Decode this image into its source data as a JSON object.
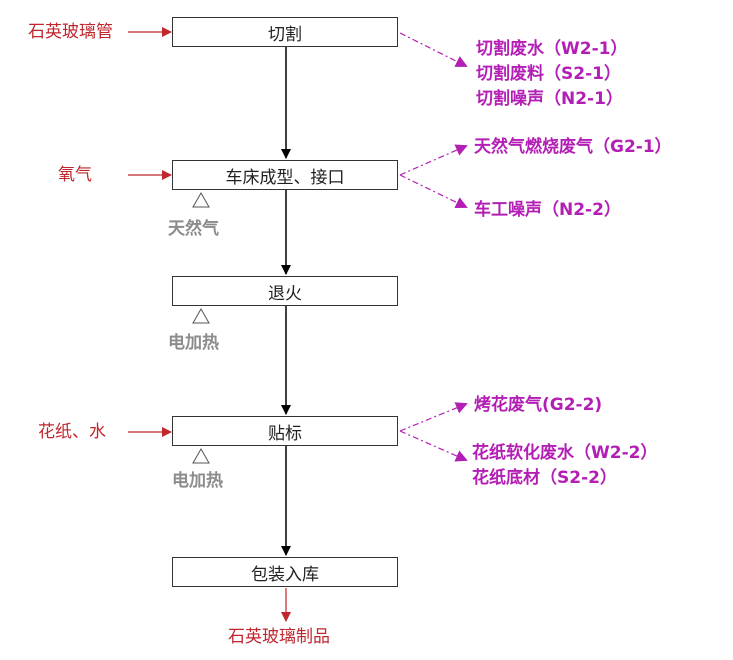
{
  "steps": [
    "切割",
    "车床成型、接口",
    "退火",
    "贴标",
    "包装入库"
  ],
  "inputs": {
    "cut": "石英玻璃管",
    "lathe": "氧气",
    "label": "花纸、水",
    "final_product": "石英玻璃制品"
  },
  "energy": {
    "lathe": "天然气",
    "anneal": "电加热",
    "label": "电加热"
  },
  "outputs": {
    "cut": [
      "切割废水（W2-1）",
      "切割废料（S2-1）",
      "切割噪声（N2-1）"
    ],
    "lathe_gas": "天然气燃烧废气（G2-1）",
    "lathe_noise": "车工噪声（N2-2）",
    "label_gas": "烤花废气(G2-2)",
    "label_waste": [
      "花纸软化废水（W2-2）",
      "花纸底材（S2-2）"
    ]
  },
  "colors": {
    "input": "#c0262d",
    "output": "#b31fb5",
    "energy": "#8c8c8c",
    "flow": "#000000"
  }
}
